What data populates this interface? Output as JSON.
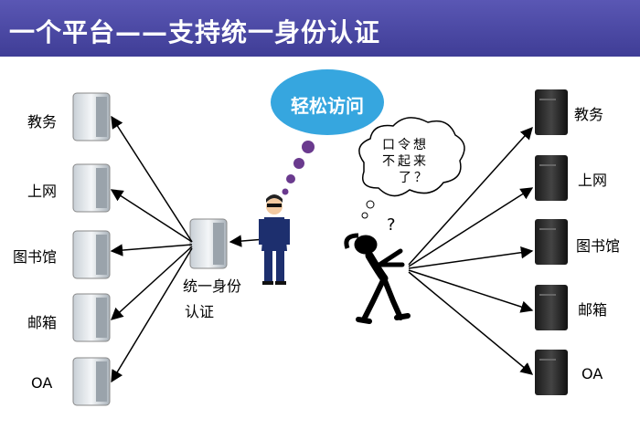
{
  "title": "一个平台——支持统一身份认证",
  "bubble_text": "轻松访问",
  "thought_lines": [
    "口令想",
    "不起来",
    "了？"
  ],
  "thought_marks": "?",
  "center_label_line1": "统一身份",
  "center_label_line2": "认证",
  "left_labels": [
    "教务",
    "上网",
    "图书馆",
    "邮箱",
    "OA"
  ],
  "right_labels": [
    "教务",
    "上网",
    "图书馆",
    "邮箱",
    "OA"
  ],
  "colors": {
    "title_bg": "#4b48a8",
    "bubble": "#36a6df",
    "dots": "#6a3a8e",
    "arrow": "#000000"
  }
}
